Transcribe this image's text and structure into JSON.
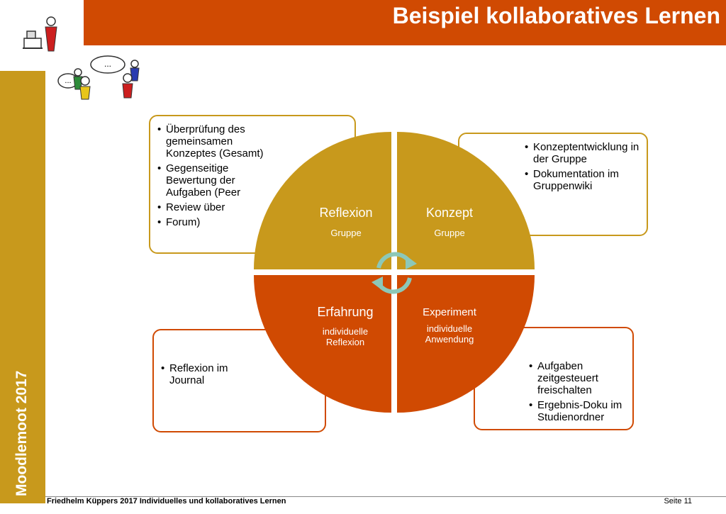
{
  "header": {
    "title": "Beispiel kollaboratives Lernen"
  },
  "sidebar": {
    "label": "Moodlemoot 2017"
  },
  "footer": {
    "left_text": "Friedhelm Küppers 2017 Individuelles und kollaboratives Lernen",
    "right_text": "Seite 11"
  },
  "illustration": {
    "bubble_large": "...",
    "bubble_small": "..."
  },
  "colors": {
    "gold": "#c8991c",
    "orange": "#d04a02",
    "teal": "#8cc8b8"
  },
  "quadrants": {
    "reflexion": {
      "title": "Reflexion",
      "subtitle": "Gruppe"
    },
    "konzept": {
      "title": "Konzept",
      "subtitle": "Gruppe"
    },
    "erfahrung": {
      "title": "Erfahrung",
      "subtitle_1": "individuelle",
      "subtitle_2": "Reflexion"
    },
    "experiment": {
      "title": "Experiment",
      "subtitle_1": "individuelle",
      "subtitle_2": "Anwendung"
    }
  },
  "boxes": {
    "reflexion": {
      "items": [
        "Überprüfung des gemeinsamen Konzeptes (Gesamt)",
        "Gegenseitige Bewertung der Aufgaben (Peer",
        "Review über",
        "Forum)"
      ]
    },
    "konzept": {
      "items": [
        "Konzeptentwicklung in der Gruppe",
        "Dokumentation im Gruppenwiki"
      ]
    },
    "erfahrung": {
      "items": [
        "Reflexion im Journal"
      ]
    },
    "experiment": {
      "items": [
        "Aufgaben zeitgesteuert freischalten",
        "Ergebnis-Doku im Studienordner"
      ]
    }
  }
}
